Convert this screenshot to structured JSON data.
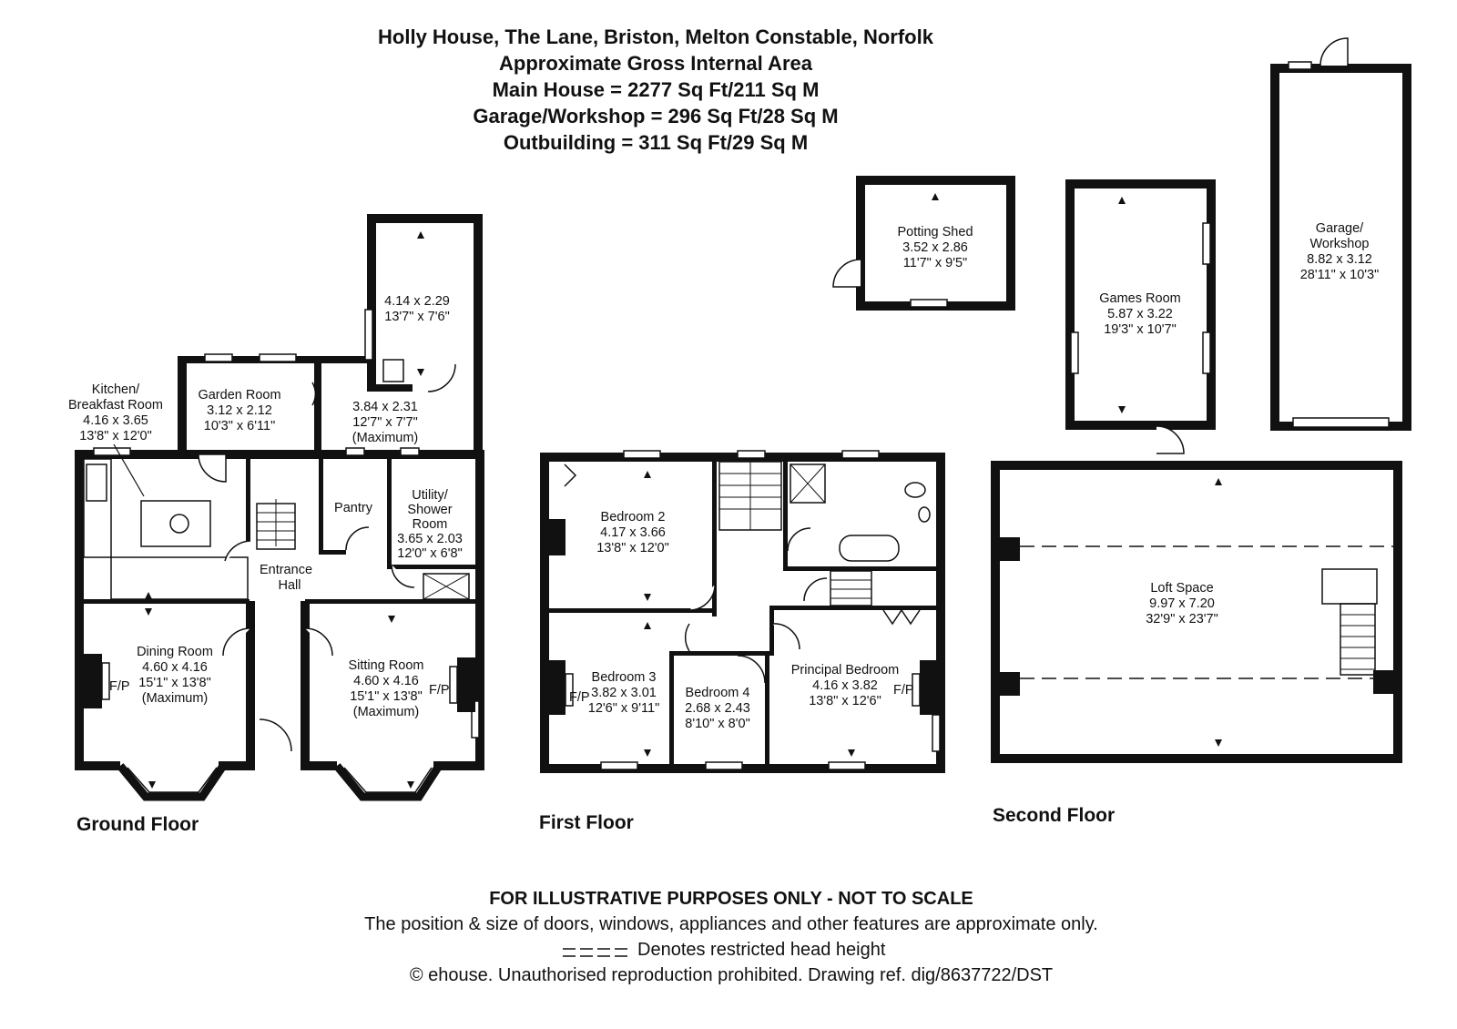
{
  "header": {
    "title": "Holly House, The Lane, Briston, Melton Constable, Norfolk",
    "subtitle": "Approximate Gross Internal Area",
    "areas": [
      "Main House = 2277 Sq Ft/211 Sq M",
      "Garage/Workshop = 296 Sq Ft/28 Sq M",
      "Outbuilding = 311 Sq Ft/29 Sq M"
    ]
  },
  "floors": {
    "ground": "Ground Floor",
    "first": "First Floor",
    "second": "Second Floor"
  },
  "rooms": {
    "kitchen": [
      "Kitchen/",
      "Breakfast Room",
      "4.16 x 3.65",
      "13'8\" x 12'0\""
    ],
    "garden_room": [
      "Garden Room",
      "3.12 x 2.12",
      "10'3\" x 6'11\""
    ],
    "store": [
      "4.14 x 2.29",
      "13'7\" x 7'6\""
    ],
    "rear_hall": [
      "3.84 x 2.31",
      "12'7\" x 7'7\"",
      "(Maximum)"
    ],
    "pantry": [
      "Pantry"
    ],
    "utility": [
      "Utility/",
      "Shower",
      "Room",
      "3.65 x 2.03",
      "12'0\" x 6'8\""
    ],
    "entrance_hall": [
      "Entrance",
      "Hall"
    ],
    "dining_room": [
      "Dining Room",
      "4.60 x 4.16",
      "15'1\" x 13'8\"",
      "(Maximum)"
    ],
    "sitting_room": [
      "Sitting Room",
      "4.60 x 4.16",
      "15'1\" x 13'8\"",
      "(Maximum)"
    ],
    "bedroom2": [
      "Bedroom 2",
      "4.17 x 3.66",
      "13'8\" x 12'0\""
    ],
    "bedroom3": [
      "Bedroom 3",
      "3.82 x 3.01",
      "12'6\" x 9'11\""
    ],
    "bedroom4": [
      "Bedroom 4",
      "2.68 x 2.43",
      "8'10\" x 8'0\""
    ],
    "principal_bedroom": [
      "Principal Bedroom",
      "4.16 x 3.82",
      "13'8\" x 12'6\""
    ],
    "potting_shed": [
      "Potting Shed",
      "3.52 x 2.86",
      "11'7\" x 9'5\""
    ],
    "games_room": [
      "Games Room",
      "5.87 x 3.22",
      "19'3\" x 10'7\""
    ],
    "garage": [
      "Garage/",
      "Workshop",
      "8.82 x 3.12",
      "28'11\" x 10'3\""
    ],
    "loft": [
      "Loft Space",
      "9.97 x 7.20",
      "32'9\" x 23'7\""
    ],
    "fireplace": "F/P"
  },
  "footer": {
    "line1": "FOR ILLUSTRATIVE PURPOSES ONLY - NOT TO SCALE",
    "line2": "The position & size of doors, windows, appliances and other features are approximate only.",
    "line3": "Denotes restricted head height",
    "line4": "© ehouse. Unauthorised reproduction prohibited. Drawing ref. dig/8637722/DST"
  }
}
